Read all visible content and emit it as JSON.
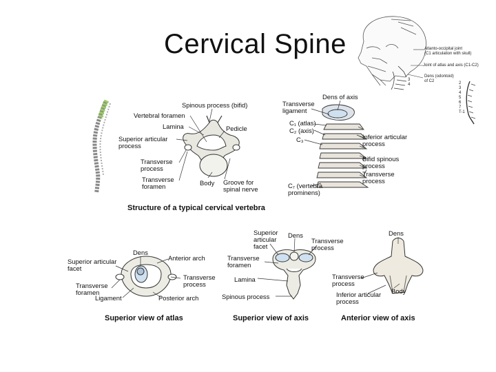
{
  "slide": {
    "title": "Cervical Spine"
  },
  "skull_panel": {
    "labels": {
      "atlanto_occipital": "Atlanto-occipital joint\n(C1 articulation with skull)",
      "atlas_axis_joint": "Joint of atlas and axis (C1-C2)",
      "dens": "Dens (odontoid)\nof C2",
      "numbers_left": "3\n4",
      "numbers_right": "2\n3\n4\n5\n6\n7\nT-1"
    }
  },
  "typical": {
    "caption": "Structure of a typical cervical vertebra",
    "labels": {
      "spinous_process": "Spinous process (bifid)",
      "vertebral_foramen": "Vertebral foramen",
      "lamina": "Lamina",
      "pedicle": "Pedicle",
      "superior_articular_process": "Superior articular\nprocess",
      "transverse_process": "Transverse\nprocess",
      "transverse_foramen": "Transverse\nforamen",
      "body": "Body",
      "groove": "Groove for\nspinal nerve"
    }
  },
  "lateral": {
    "labels": {
      "dens_of_axis": "Dens of axis",
      "transverse_ligament": "Transverse\nligament",
      "c1": "C₁ (atlas)",
      "c2": "C₂ (axis)",
      "c3": "C₃",
      "c7": "C₇ (vertebra\nprominens)",
      "inferior_articular": "Inferior articular\nprocess",
      "bifid_spinous": "Bifid spinous\nprocess",
      "transverse_process": "Transverse\nprocess"
    }
  },
  "atlas": {
    "caption": "Superior view of atlas",
    "labels": {
      "dens": "Dens",
      "anterior_arch": "Anterior arch",
      "superior_articular_facet": "Superior articular\nfacet",
      "transverse_process": "Transverse\nprocess",
      "transverse_foramen": "Transverse\nforamen",
      "ligament": "Ligament",
      "posterior_arch": "Posterior arch"
    }
  },
  "axis_superior": {
    "caption": "Superior view of axis",
    "labels": {
      "superior_articular_facet": "Superior\narticular\nfacet",
      "dens": "Dens",
      "transverse_process": "Transverse\nprocess",
      "transverse_foramen": "Transverse\nforamen",
      "lamina": "Lamina",
      "spinous_process": "Spinous process"
    }
  },
  "axis_anterior": {
    "caption": "Anterior view of axis",
    "labels": {
      "dens": "Dens",
      "transverse_process": "Transverse\nprocess",
      "inferior_articular_process": "Inferior articular\nprocess",
      "body": "Body"
    }
  }
}
